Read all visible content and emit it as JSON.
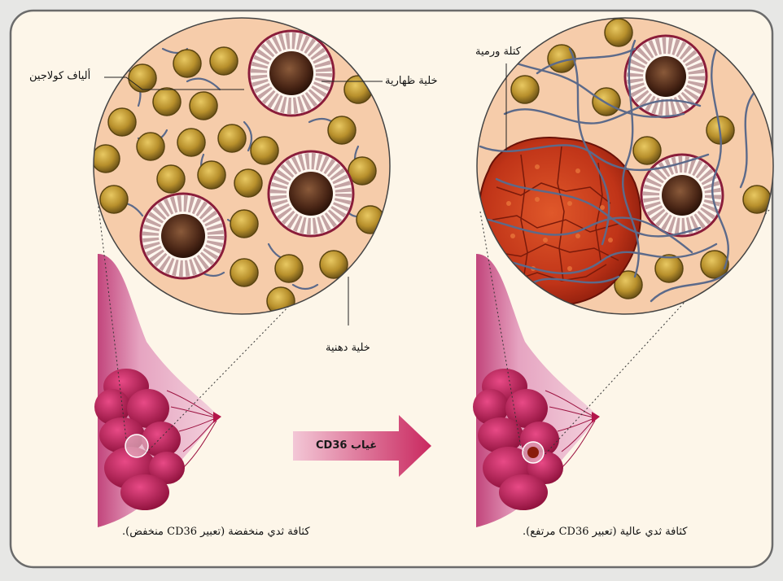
{
  "labels": {
    "collagen": "ألياف كولاجين",
    "epithelial": "خلية ظهارية",
    "fat_cell": "خلية دهنية",
    "tumor": "كتلة ورمية"
  },
  "arrow_label": "غياب CD36",
  "captions": {
    "left": "كثافة ثدي منخفضة (تعبير CD36 منخفض).",
    "right": "كثافة ثدي عالية (تعبير CD36 مرتفع)."
  },
  "colors": {
    "frame_bg": "#fdf6e9",
    "frame_border": "#6b6b6b",
    "breast_pink": "#d4598e",
    "lobule_red": "#b3154a",
    "cell_tissue": "#f4c9a3",
    "fat_cell_gold": "#c9a23a",
    "arrow": "#d13a73",
    "tumor": "#c43a1c"
  }
}
